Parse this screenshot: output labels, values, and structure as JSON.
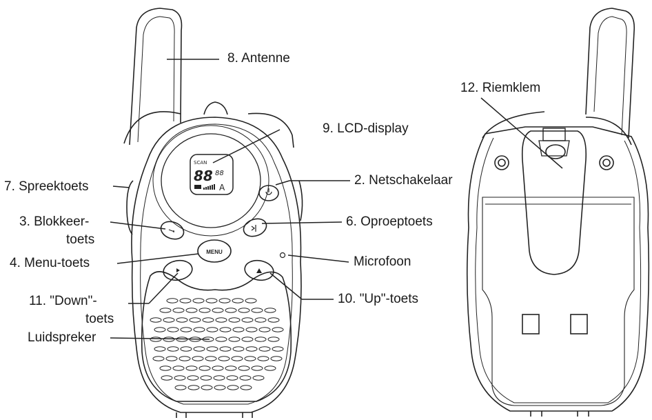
{
  "labels": {
    "antenna": "8. Antenne",
    "lcd": "9. LCD-display",
    "power": "2. Netschakelaar",
    "ptt": "7. Spreektoets",
    "lock_1": "3. Blokkeer-",
    "lock_2": "toets",
    "call": "6. Oproeptoets",
    "menu": "4. Menu-toets",
    "mic": "Microfoon",
    "down_1": "11. \"Down\"-",
    "down_2": "toets",
    "up": "10. \"Up\"-toets",
    "speaker": "Luidspreker",
    "clip": "12. Riemklem"
  },
  "device_text": {
    "menu_button": "MENU",
    "lcd_scan": "SCAN",
    "lcd_digits": "88",
    "lcd_small_digits": "88",
    "lcd_letter": "A"
  },
  "icons": [
    "power-icon",
    "lock-key-icon",
    "call-icon",
    "down-arrow-icon",
    "up-arrow-icon",
    "battery-icon",
    "signal-bars-icon"
  ]
}
